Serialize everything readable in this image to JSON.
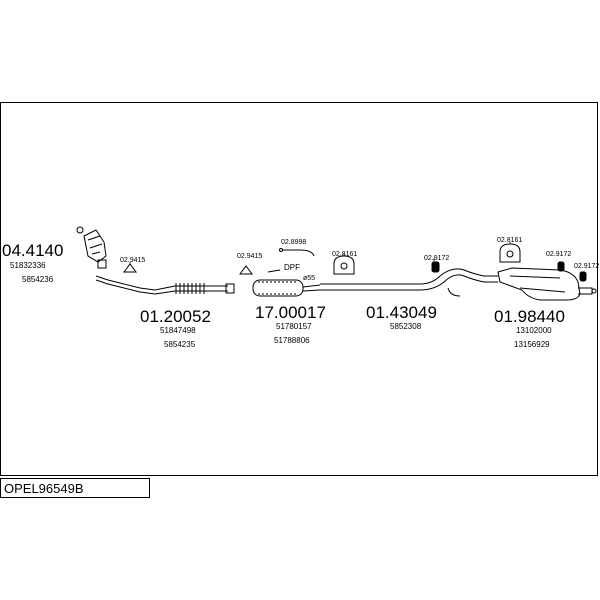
{
  "title": "OPEL96549B",
  "groups": [
    {
      "code": "04.4140",
      "refs": [
        "51832336",
        "5854236"
      ]
    },
    {
      "code": "01.20052",
      "refs": [
        "51847498",
        "5854235"
      ]
    },
    {
      "code": "17.00017",
      "refs": [
        "51780157",
        "51788806"
      ]
    },
    {
      "code": "01.43049",
      "refs": [
        "5852308"
      ]
    },
    {
      "code": "01.98440",
      "refs": [
        "13102000",
        "13156929"
      ]
    }
  ],
  "fittings": [
    {
      "code": "02.9415"
    },
    {
      "code": "02.9415"
    },
    {
      "code": "02.8998"
    },
    {
      "code": "02.8161"
    },
    {
      "code": "02.9172"
    },
    {
      "code": "02.8161"
    },
    {
      "code": "02.9172"
    },
    {
      "code": "02.9172"
    }
  ],
  "labels": {
    "dpf": "DPF",
    "diameter": "ø55"
  }
}
